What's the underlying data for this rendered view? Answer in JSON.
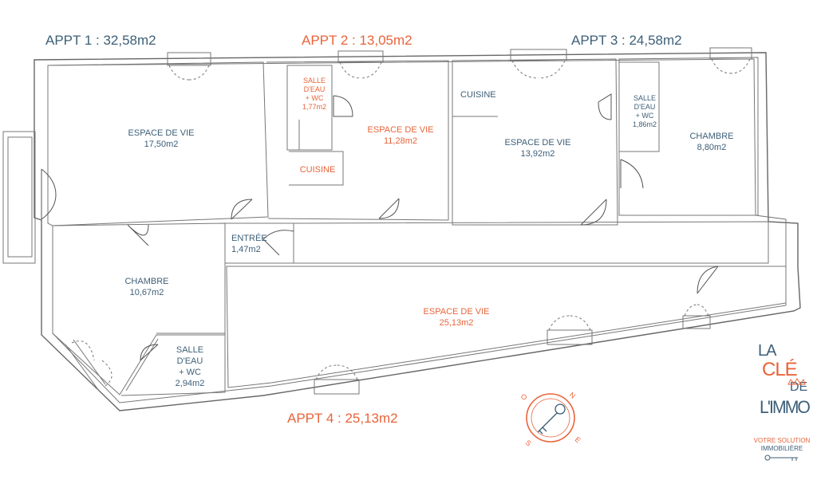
{
  "colors": {
    "blue": "#3d5f78",
    "orange": "#e8643a",
    "wall": "#666666"
  },
  "headers": {
    "appt1": "APPT 1 : 32,58m2",
    "appt2": "APPT 2 : 13,05m2",
    "appt3": "APPT 3 : 24,58m2",
    "appt4": "APPT 4 : 25,13m2"
  },
  "rooms": {
    "a1_vie": {
      "name": "ESPACE DE VIE",
      "area": "17,50m2"
    },
    "a1_chambre": {
      "name": "CHAMBRE",
      "area": "10,67m2"
    },
    "a1_entree": {
      "name": "ENTRÉE",
      "area": "1,47m2"
    },
    "a1_salle": {
      "l1": "SALLE",
      "l2": "D'EAU",
      "l3": "+ WC",
      "area": "2,94m2"
    },
    "a2_salle": {
      "l1": "SALLE",
      "l2": "D'EAU",
      "l3": "+ WC",
      "area": "1,77m2"
    },
    "a2_vie": {
      "name": "ESPACE DE VIE",
      "area": "11,28m2"
    },
    "a2_cuisine": {
      "name": "CUISINE"
    },
    "a3_cuisine": {
      "name": "CUISINE"
    },
    "a3_vie": {
      "name": "ESPACE DE VIE",
      "area": "13,92m2"
    },
    "a3_salle": {
      "l1": "SALLE",
      "l2": "D'EAU",
      "l3": "+ WC",
      "area": "1,86m2"
    },
    "a3_chambre": {
      "name": "CHAMBRE",
      "area": "8,80m2"
    },
    "a4_vie": {
      "name": "ESPACE DE VIE",
      "area": "25,13m2"
    }
  },
  "compass": {
    "n": "N",
    "e": "E",
    "s": "S",
    "o": "O",
    "icon": "key-compass-icon"
  },
  "logo": {
    "line1": "LA",
    "line2": "CLÉ",
    "line2b": "DE",
    "line3": "L'IMMO",
    "tagline1": "VOTRE SOLUTION",
    "tagline2": "IMMOBILIÈRE",
    "icon": "key-logo-icon"
  }
}
